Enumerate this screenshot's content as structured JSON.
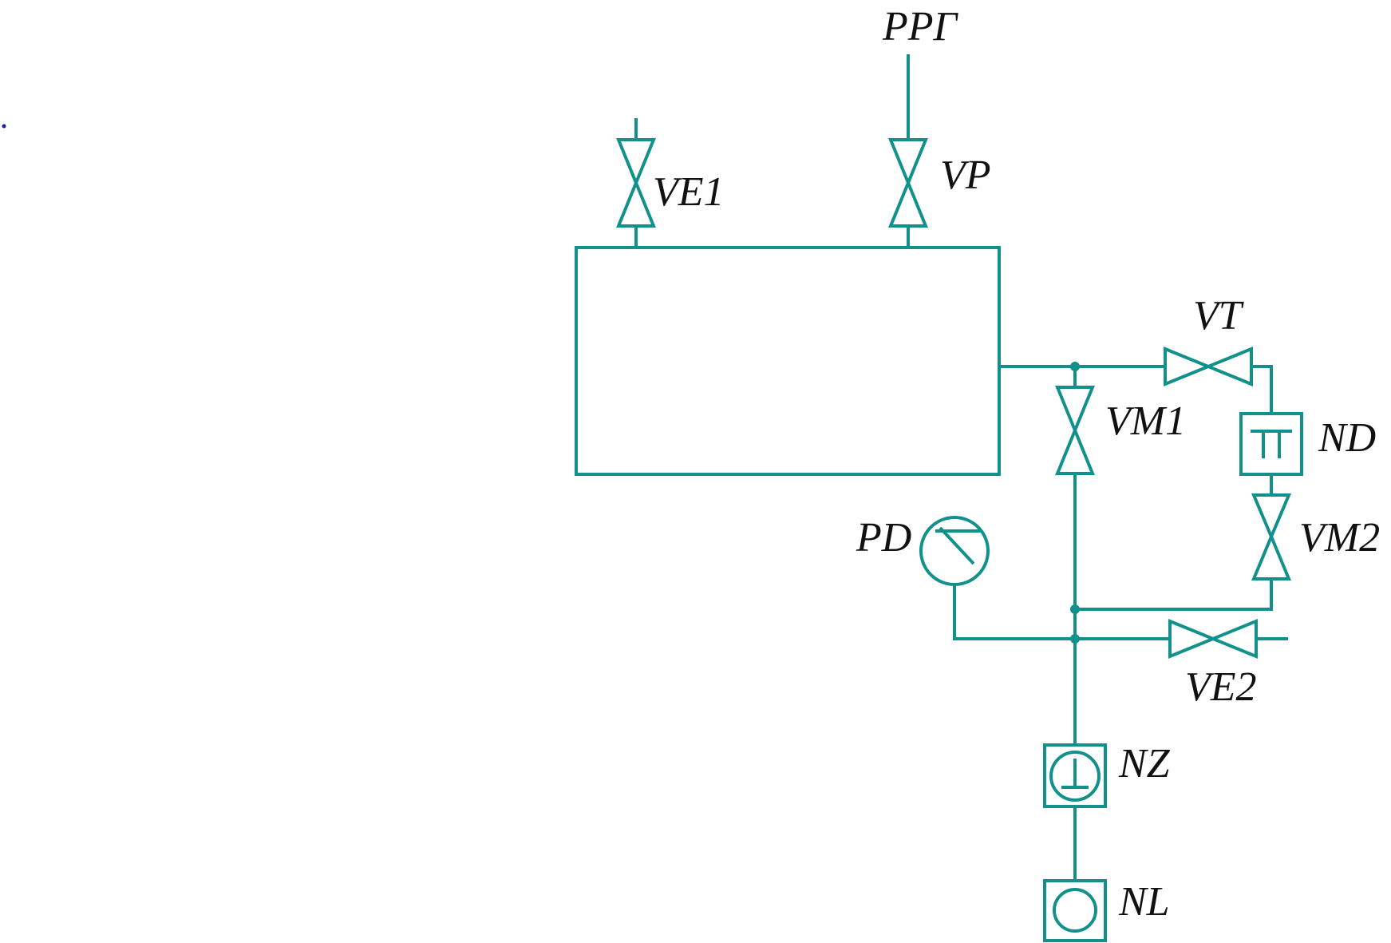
{
  "colors": {
    "line": "#11908c",
    "text": "#111111",
    "background": "#ffffff",
    "dot": "#1a1aa8"
  },
  "labels": {
    "rrg": "РРГ",
    "ve1": "VE1",
    "vp": "VP",
    "vt": "VT",
    "vm1": "VM1",
    "nd": "ND",
    "vm2": "VM2",
    "pd": "PD",
    "ve2": "VE2",
    "nz": "NZ",
    "nl": "NL"
  },
  "icons": {
    "valve": "gate-valve-icon",
    "pressure_gauge": "pressure-gauge-icon",
    "diffusion_pump": "diffusion-pump-icon",
    "turbo_pump": "turbo-pump-icon",
    "rotary_pump": "rotary-pump-icon"
  }
}
